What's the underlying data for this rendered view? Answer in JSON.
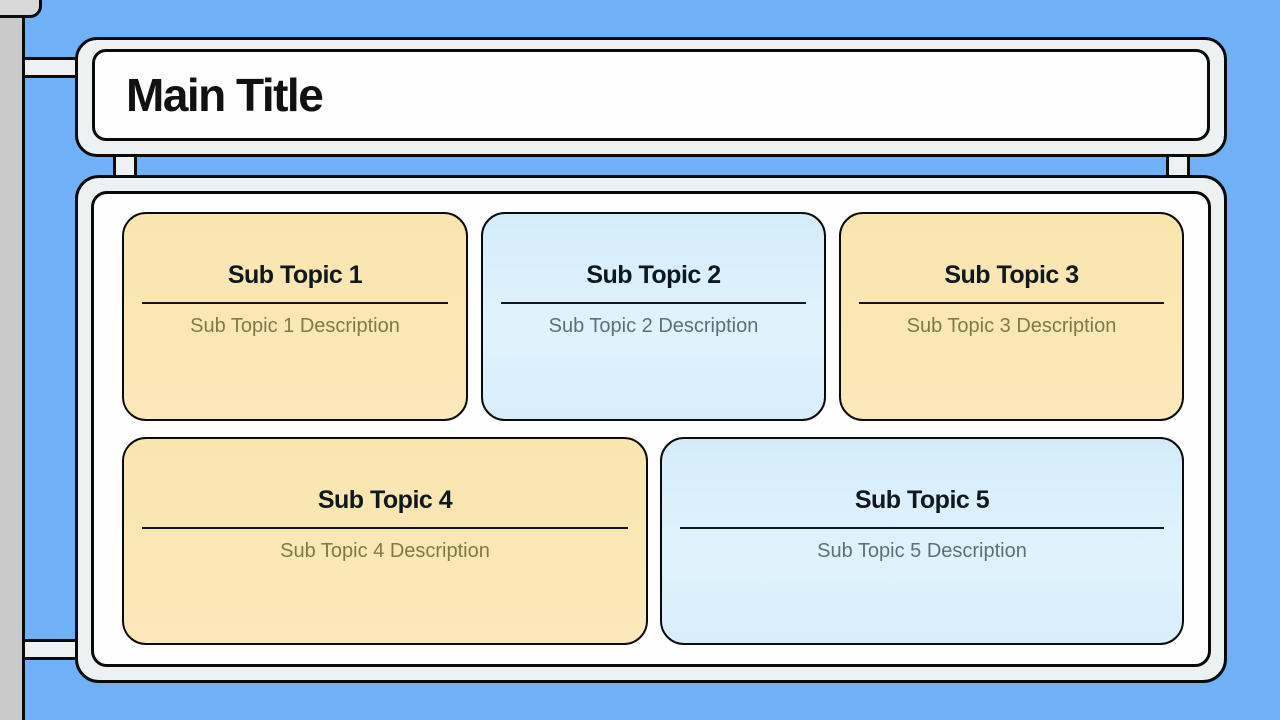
{
  "title_panel": {
    "title": "Main Title"
  },
  "cards": [
    {
      "title": "Sub Topic 1",
      "description": "Sub Topic 1 Description",
      "variant": "yellow"
    },
    {
      "title": "Sub Topic 2",
      "description": "Sub Topic 2 Description",
      "variant": "blue"
    },
    {
      "title": "Sub Topic 3",
      "description": "Sub Topic 3 Description",
      "variant": "yellow"
    },
    {
      "title": "Sub Topic 4",
      "description": "Sub Topic 4 Description",
      "variant": "yellow"
    },
    {
      "title": "Sub Topic 5",
      "description": "Sub Topic 5 Description",
      "variant": "blue"
    }
  ],
  "colors": {
    "bg": "#6FB0F6",
    "outline": "#0A0A0A",
    "frame_fill": "#EEF1F2",
    "panel_fill": "#FEFEFE",
    "sidebar_fill": "#CACACA",
    "sidebar_cap_fill": "#D8D8D8",
    "connector_fill": "#EDF1F2",
    "yellow_card": "#FAE7B4",
    "blue_card": "#D9EFFB",
    "main_title_text": "#111111",
    "card_title_text": "#10181F",
    "yellow_desc_text": "#857649",
    "blue_desc_text": "#5D6F7E"
  }
}
